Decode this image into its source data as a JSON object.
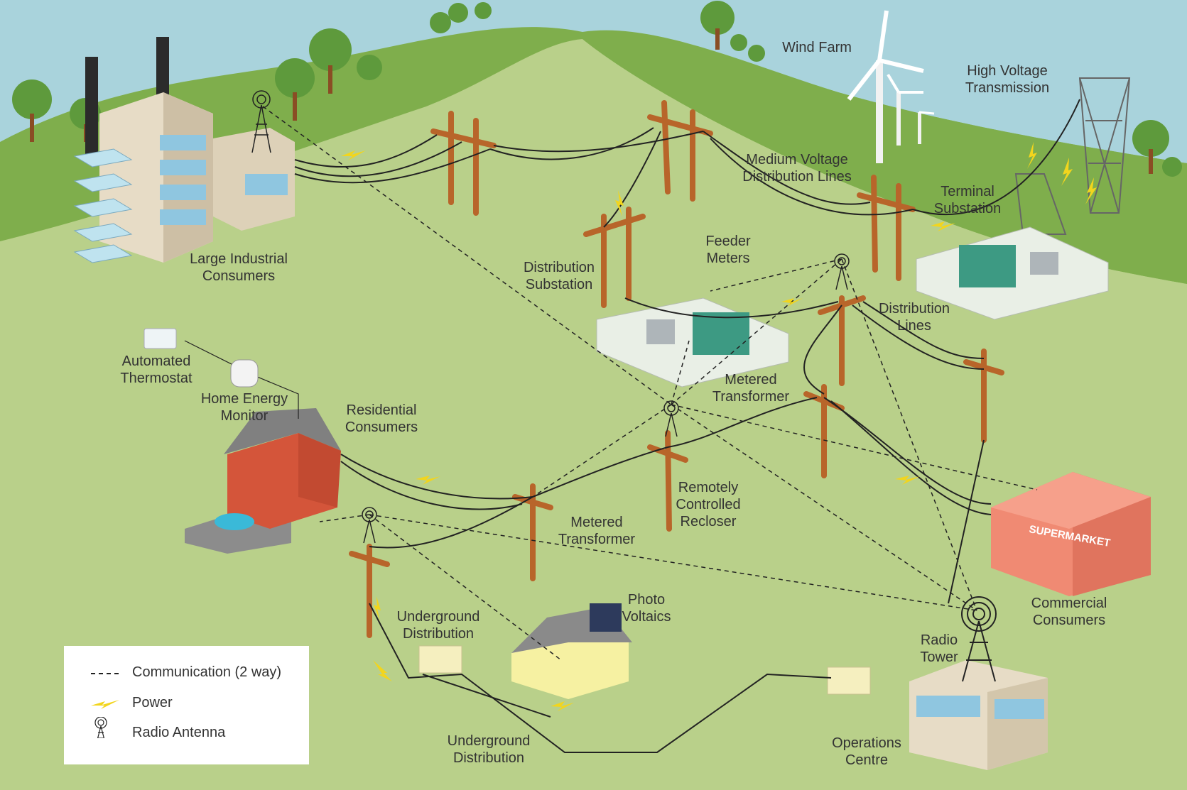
{
  "labels": {
    "wind_farm": "Wind Farm",
    "high_voltage_transmission": [
      "High Voltage",
      "Transmission"
    ],
    "medium_voltage_lines": [
      "Medium Voltage",
      "Distribution Lines"
    ],
    "terminal_substation": [
      "Terminal",
      "Substation"
    ],
    "large_industrial": [
      "Large Industrial",
      "Consumers"
    ],
    "distribution_substation": [
      "Distribution",
      "Substation"
    ],
    "feeder_meters": [
      "Feeder",
      "Meters"
    ],
    "distribution_lines": [
      "Distribution",
      "Lines"
    ],
    "metered_transformer_1": [
      "Metered",
      "Transformer"
    ],
    "automated_thermostat": [
      "Automated",
      "Thermostat"
    ],
    "home_energy_monitor": [
      "Home Energy",
      "Monitor"
    ],
    "residential_consumers": [
      "Residential",
      "Consumers"
    ],
    "remotely_controlled_recloser": [
      "Remotely",
      "Controlled",
      "Recloser"
    ],
    "metered_transformer_2": [
      "Metered",
      "Transformer"
    ],
    "underground_distribution_1": [
      "Underground",
      "Distribution"
    ],
    "photo_voltaics": [
      "Photo",
      "Voltaics"
    ],
    "commercial_consumers": [
      "Commercial",
      "Consumers"
    ],
    "radio_tower": [
      "Radio",
      "Tower"
    ],
    "underground_distribution_2": [
      "Underground",
      "Distribution"
    ],
    "operations_centre": [
      "Operations",
      "Centre"
    ],
    "supermarket_sign": "SUPERMARKET"
  },
  "legend": {
    "communication": "Communication (2 way)",
    "power": "Power",
    "radio_antenna": "Radio Antenna"
  },
  "colors": {
    "sky": "#a9d3dc",
    "hill_dark": "#7fae4c",
    "field": "#b9d08a",
    "pole": "#b8652a",
    "wire": "#222222",
    "bolt": "#f2d51d",
    "supermarket": "#f08a73"
  }
}
